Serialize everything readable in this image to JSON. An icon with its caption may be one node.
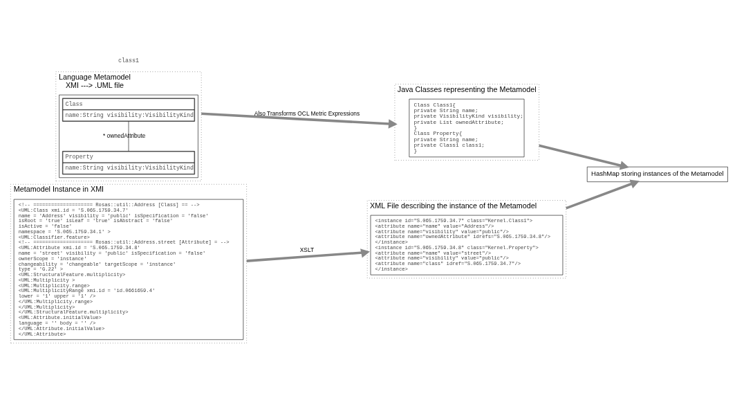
{
  "diagram": {
    "nodes": [
      {
        "text": [
          "Language Metamodel",
          "XMI ---> .UML file"
        ]
      },
      {
        "text": [],
        "shape": "box",
        "in": 0
      },
      {
        "text": [
          "Class",
          "name:String visibility:VisibilityKind"
        ],
        "in": 1
      },
      {
        "text": [
          "Property",
          "name:String visibility:VisibilityKind"
        ],
        "in": 1
      },
      {
        "text": [
          "Java Classes representing the Metamodel"
        ]
      },
      {
        "text": [
          "Class Class1{",
          "private String name;",
          "private VisibilityKind visibility;",
          "private List ownedAttribute;",
          "}",
          "Class Property{",
          "private String name;",
          "private Class1 class1;",
          "}"
        ],
        "in": 4
      },
      {
        "text": [
          "HashMap storing instances of the Metamodel"
        ]
      },
      {
        "text": [
          "Metamodel Instance in XMI"
        ]
      },
      {
        "text": [
          "<!-- ==================== Rosas::util::Address [Class] == -->",
          "<UML:Class xmi.id = 'S.065.1759.34.7'",
          "name = 'Address' visibility = 'public' isSpecification = 'false'",
          "isRoot = 'true' isLeaf = 'true' isAbstract = 'false'",
          "isActive = 'false'",
          "namespace = 'S.065.1759.34.1' >",
          "<UML:Classifier.feature>",
          "<!-- ==================== Rosas::util::Address.street [Attribute] = -->",
          "<UML:Attribute xmi.id = 'S.065.1759.34.8'",
          "name = 'street' visibility = 'public' isSpecification = 'false'",
          "ownerScope = 'instance'",
          "changeability = 'changeable' targetScope = 'instance'",
          "type = 'G.22' >",
          "<UML:StructuralFeature.multiplicity>",
          "<UML:Multiplicity >",
          "<UML:Multiplicity.range>",
          "<UML:MultiplicityRange xmi.id = 'id.0661659.4'",
          "lower = '1' upper = '1' />",
          "</UML:Multiplicity.range>",
          "</UML:Multiplicity>",
          "</UML:StructuralFeature.multiplicity>",
          "<UML:Attribute.initialValue>",
          "language = '' body = '' />",
          "</UML:Attribute.initialValue>",
          "</UML:Attribute>"
        ],
        "in": 7
      },
      {
        "text": [
          "XML File describing the instance of the Metamodel"
        ]
      },
      {
        "text": [
          "<instance id=\"S.065.1759.34.7\" class=\"Kernel.Class1\">",
          "<attribute name=\"name\" value=\"Address\"/>",
          "<attribute name=\"visibility\" value=\"public\"/>",
          "<attribute name=\"ownedAttribute\" idrefs=\"S.065.1759.34.8\"/>",
          "</instance>",
          "<instance id=\"S.065.1759.34.8\" class=\"Kernel.Property\">",
          "<attribute name=\"name\" value=\"street\"/>",
          "<attribute name=\"visibility\" value=\"public\"/>",
          "<attribute name=\"class\" idref=\"S.065.1759.34.7\"/>",
          "</instance>"
        ],
        "in": 9
      }
    ],
    "edges": [
      {
        "from": 2,
        "to": 3,
        "arrow": "none",
        "label": "* ownedAttribute",
        "color": "#000000"
      },
      {
        "from": 0,
        "to": 4,
        "arrow": "to",
        "label": "Also Transforms OCL Metric Expressions"
      },
      {
        "from": 4,
        "to": 6,
        "arrow": "to"
      },
      {
        "from": 7,
        "to": 9,
        "arrow": "to",
        "label": "XSLT"
      },
      {
        "from": 9,
        "to": 6,
        "arrow": "to"
      }
    ],
    "labels": [
      "class1"
    ]
  }
}
